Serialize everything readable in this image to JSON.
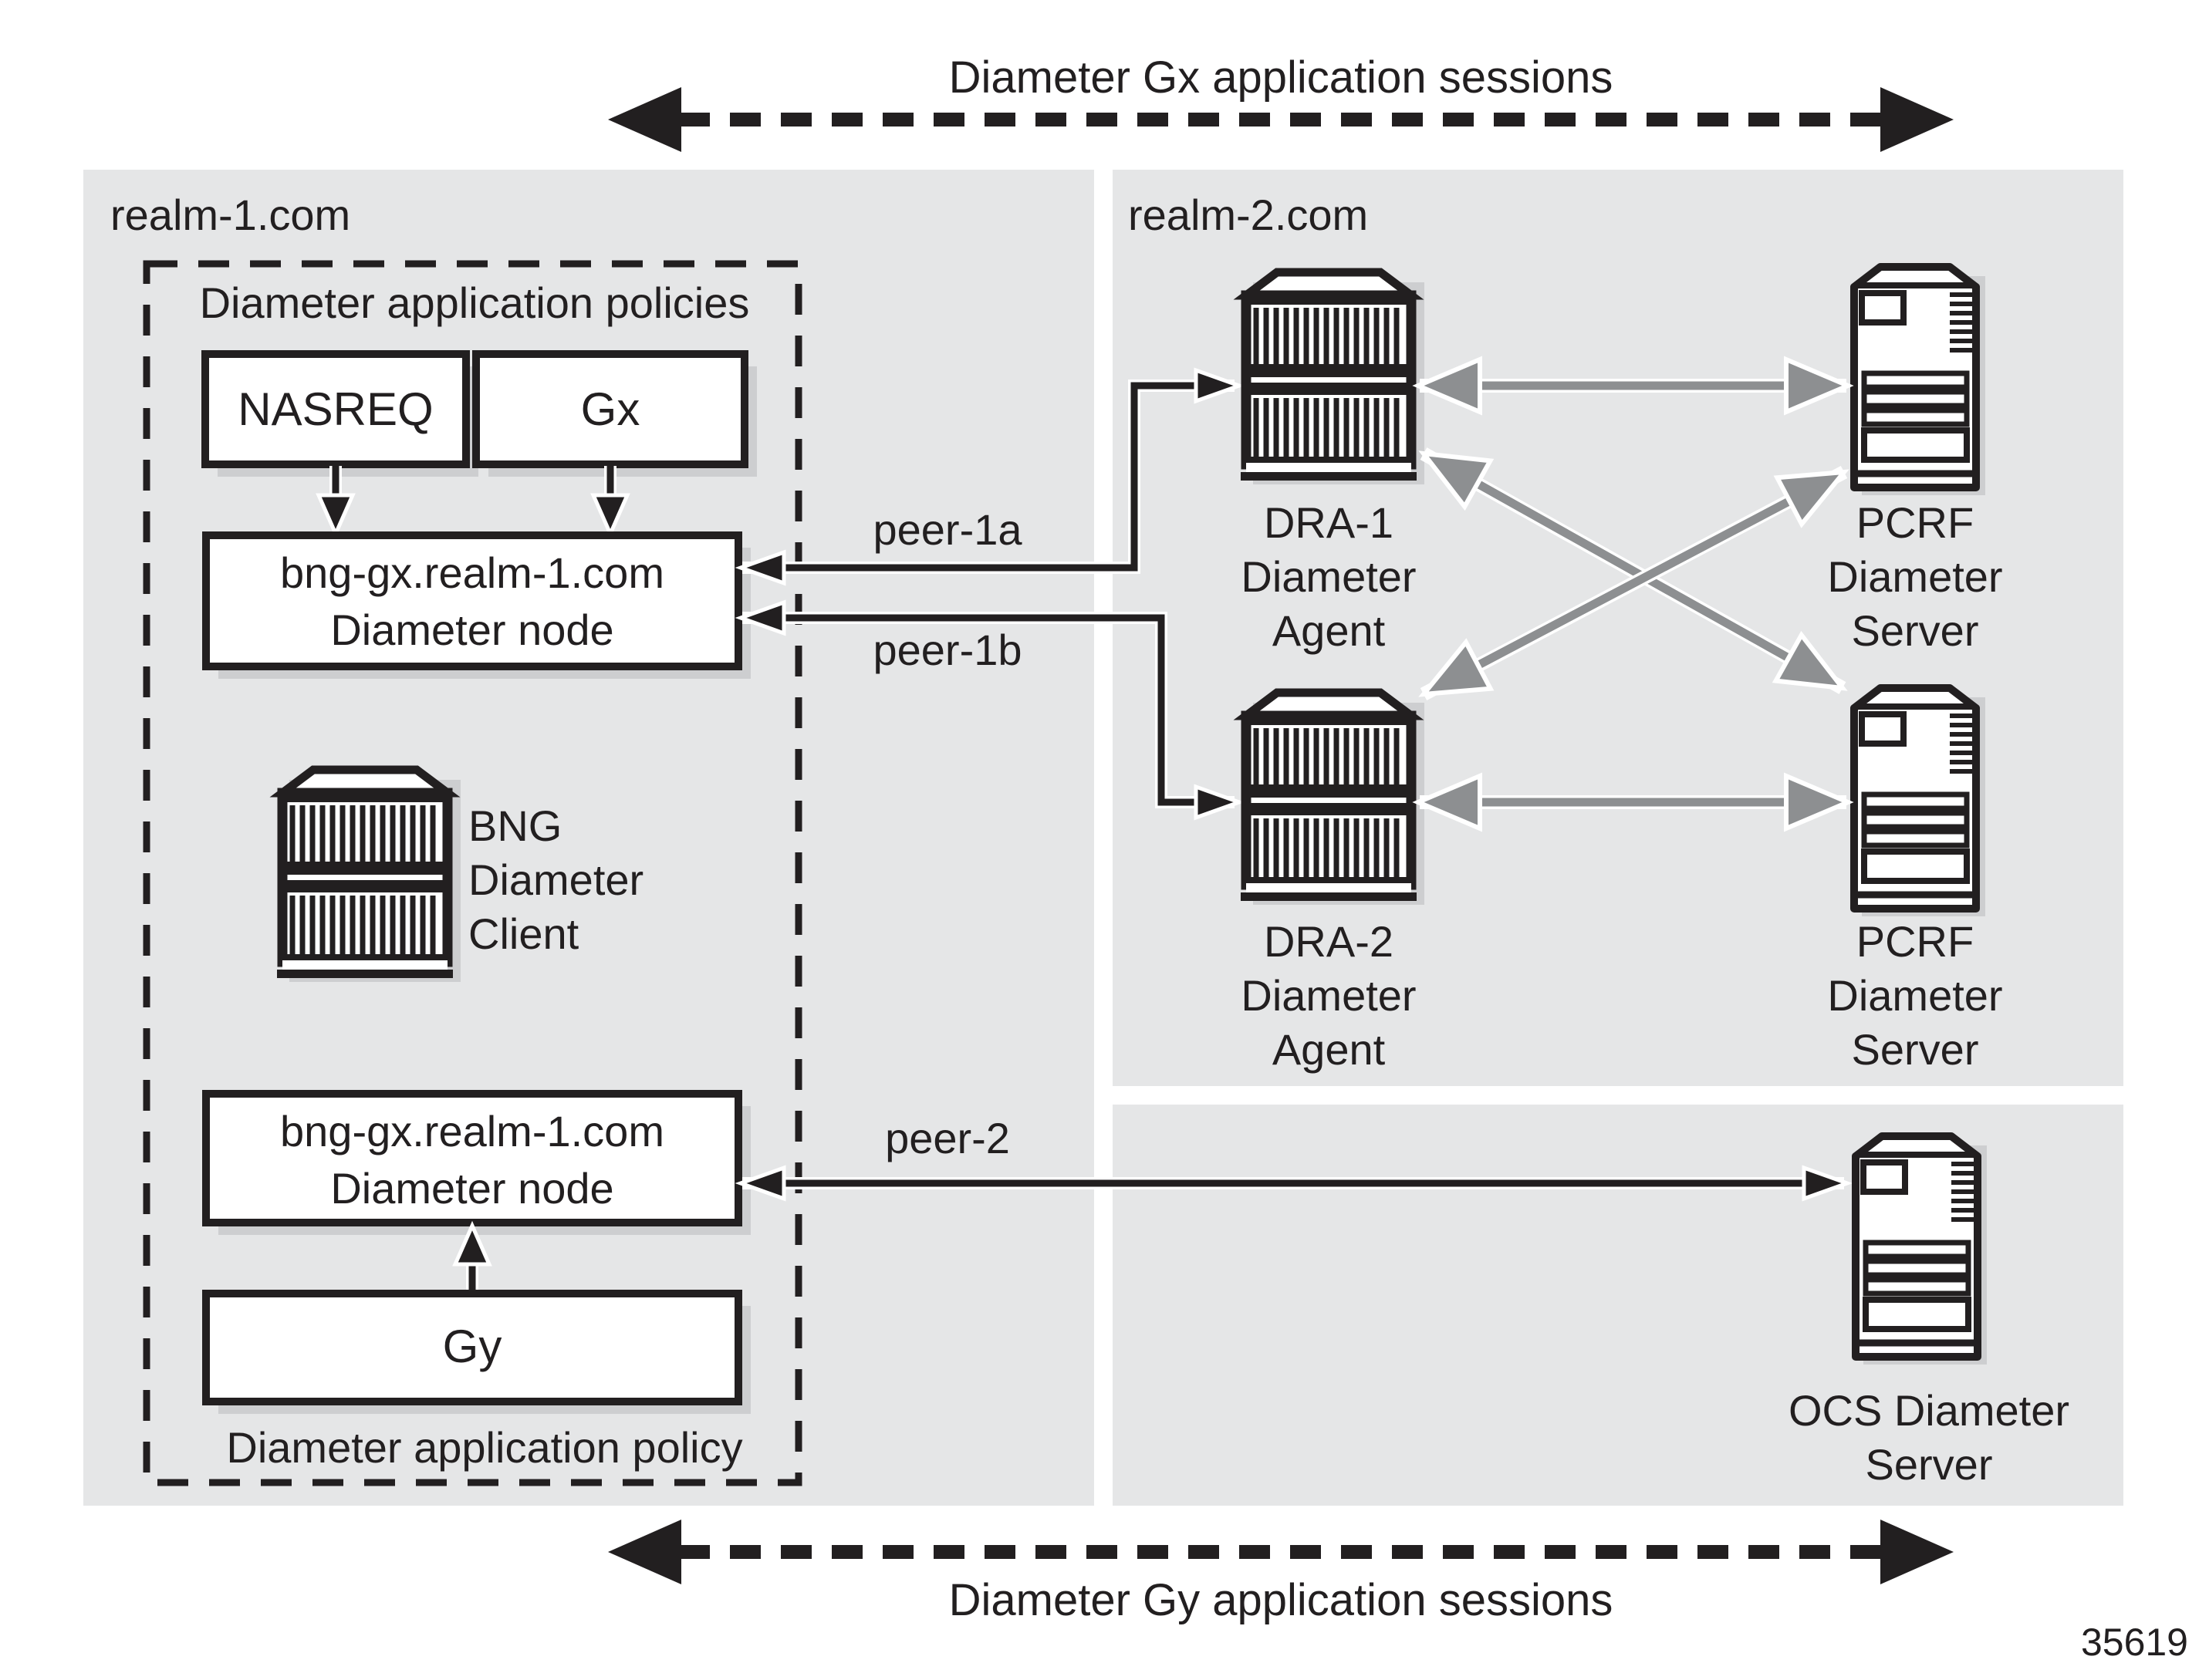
{
  "sessions": {
    "gx_label": "Diameter Gx application sessions",
    "gy_label": "Diameter Gy application sessions"
  },
  "figure": {
    "number": "35619"
  },
  "realm1": {
    "name": "realm-1.com",
    "policies_label": "Diameter application policies",
    "policy_label": "Diameter application policy",
    "nasreq_label": "NASREQ",
    "gx_label": "Gx",
    "gy_label": "Gy",
    "node_top_line1": "bng-gx.realm-1.com",
    "node_top_line2": "Diameter node",
    "node_bottom_line1": "bng-gx.realm-1.com",
    "node_bottom_line2": "Diameter node",
    "client_line1": "BNG",
    "client_line2": "Diameter",
    "client_line3": "Client"
  },
  "realm2": {
    "name": "realm-2.com",
    "dra1_line1": "DRA-1",
    "dra1_line2": "Diameter",
    "dra1_line3": "Agent",
    "dra2_line1": "DRA-2",
    "dra2_line2": "Diameter",
    "dra2_line3": "Agent",
    "pcrf1_line1": "PCRF",
    "pcrf1_line2": "Diameter",
    "pcrf1_line3": "Server",
    "pcrf2_line1": "PCRF",
    "pcrf2_line2": "Diameter",
    "pcrf2_line3": "Server"
  },
  "ocs": {
    "line1": "OCS Diameter",
    "line2": "Server"
  },
  "peers": {
    "peer_1a": "peer-1a",
    "peer_1b": "peer-1b",
    "peer_2": "peer-2"
  },
  "colors": {
    "panel_gray": "#e5e6e7",
    "ink_black": "#221f20",
    "arrow_gray": "#8d8f91",
    "shadow_gray": "#cdced0",
    "box_fill": "#ffffff"
  }
}
